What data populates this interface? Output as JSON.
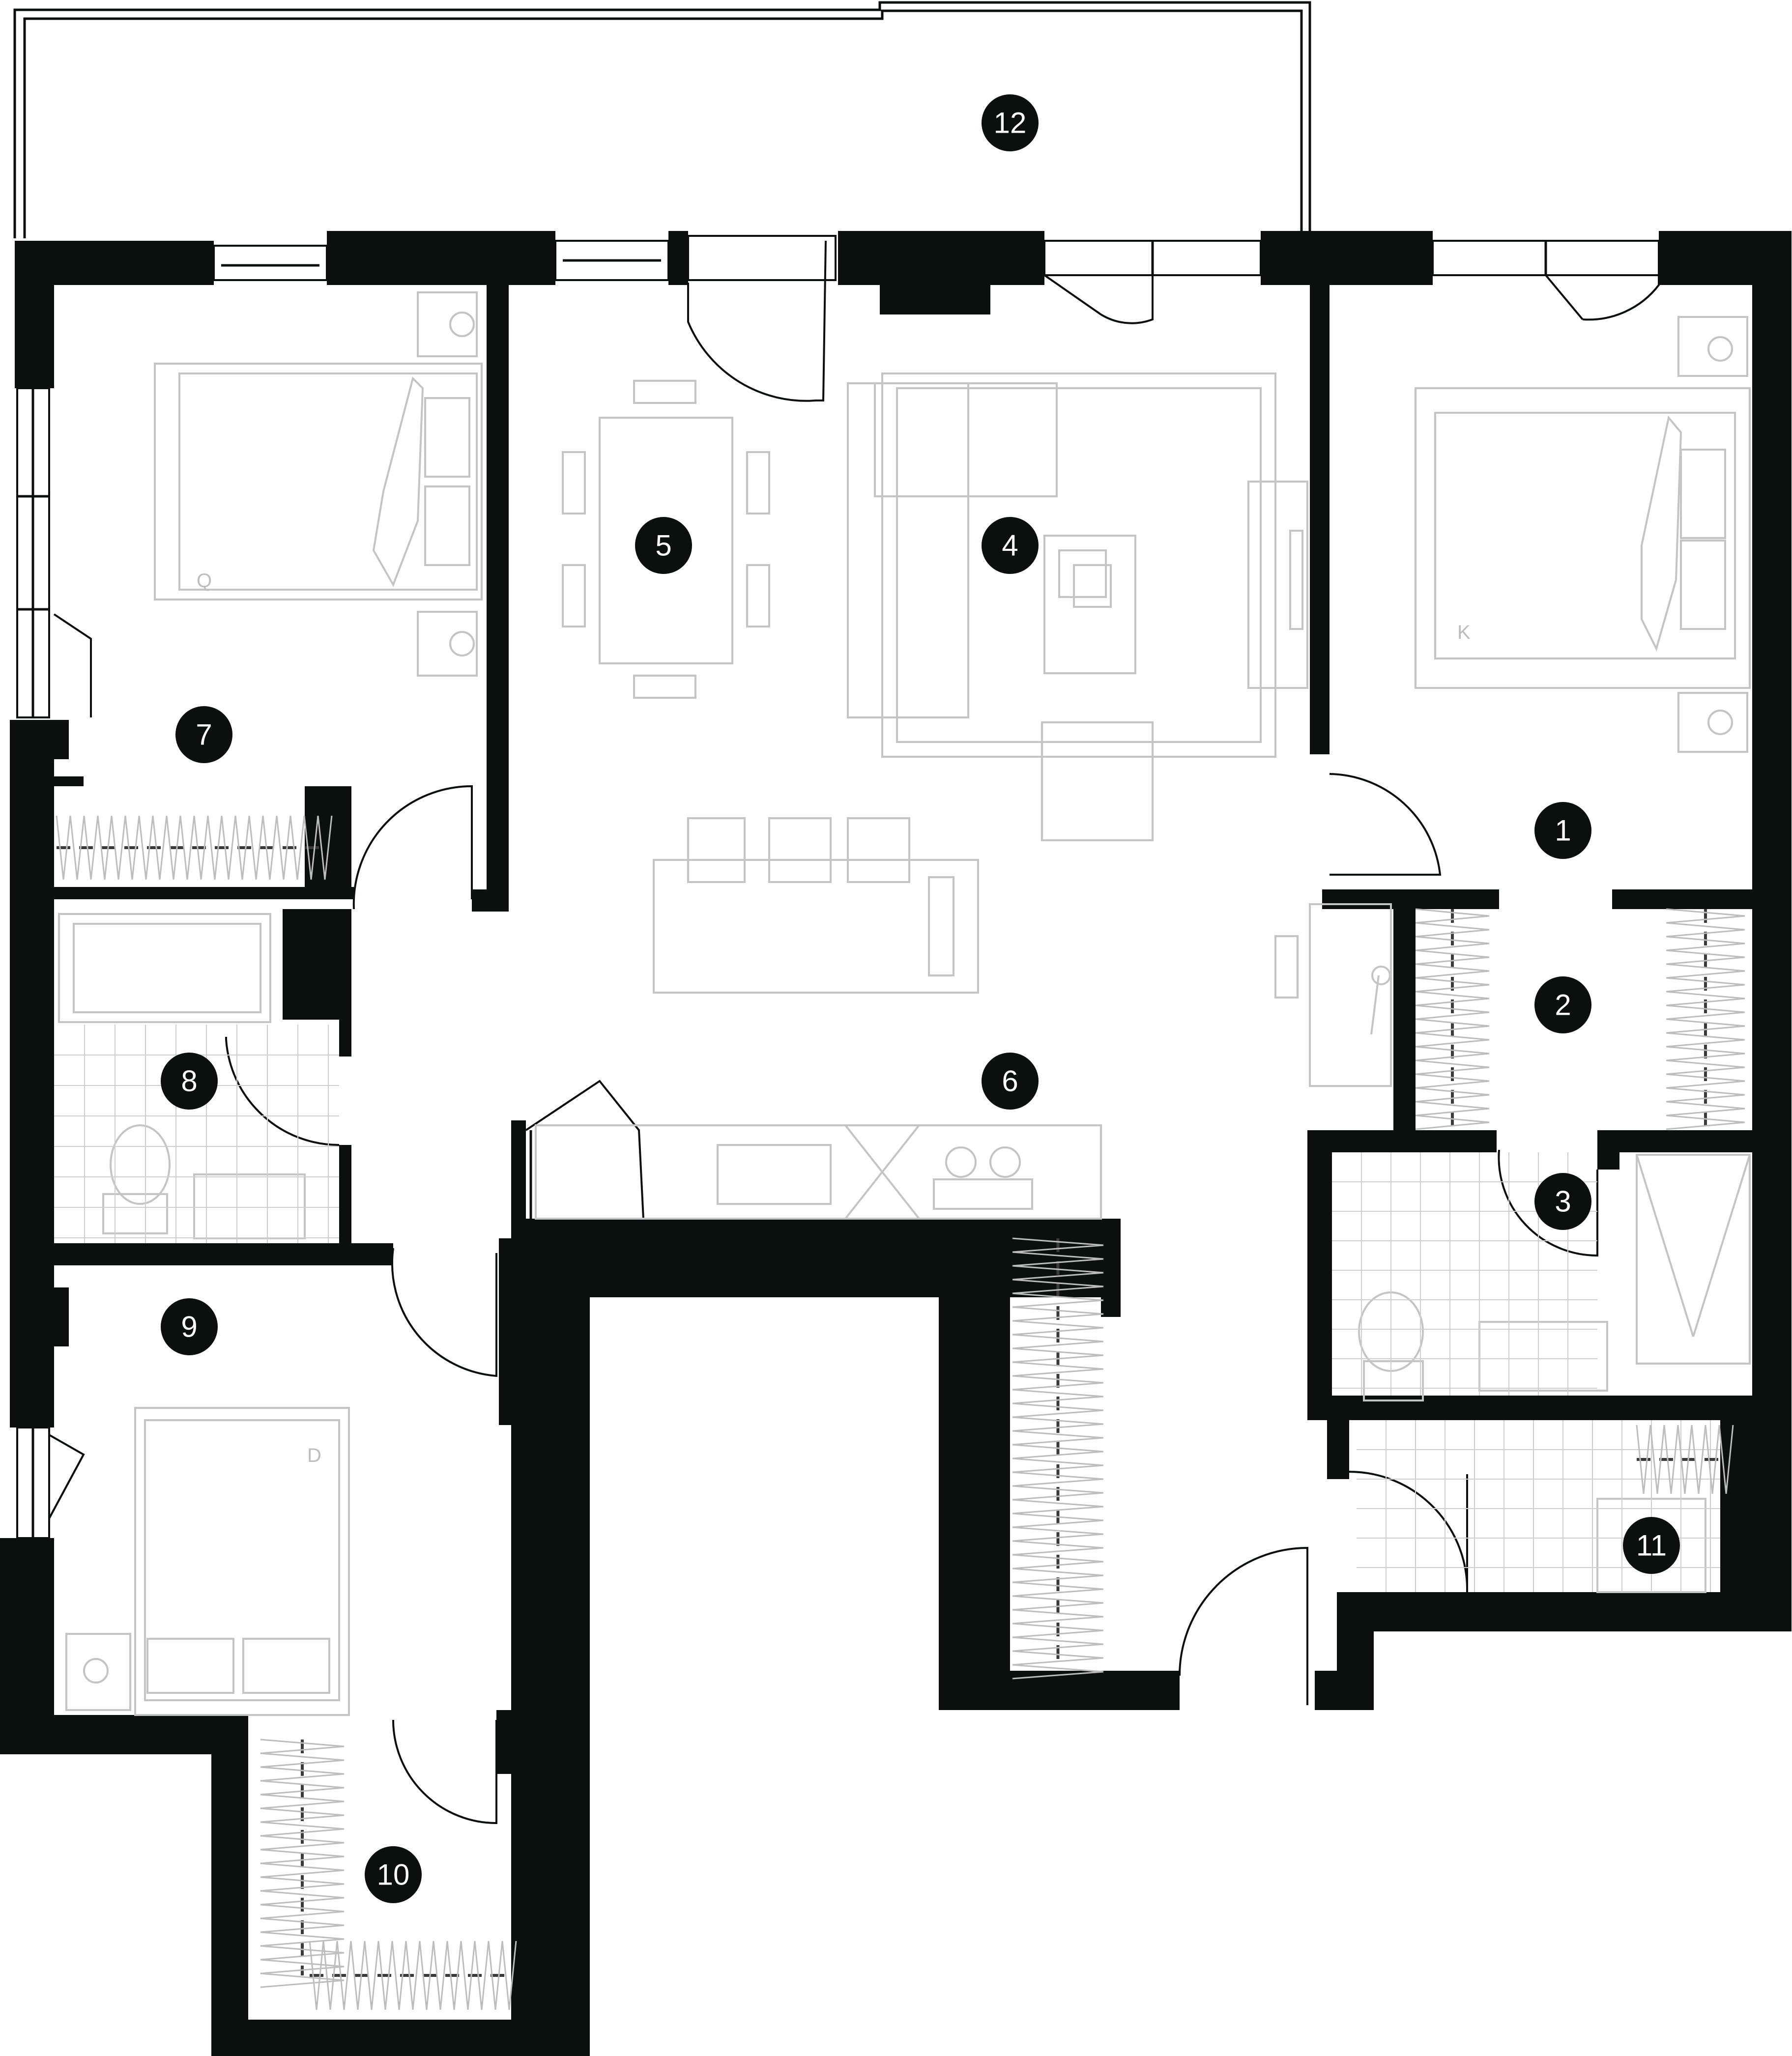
{
  "plan": {
    "room_numbers": [
      "1",
      "2",
      "3",
      "4",
      "5",
      "6",
      "7",
      "8",
      "9",
      "10",
      "11",
      "12"
    ],
    "bed_labels": [
      "Q",
      "K",
      "D"
    ],
    "colors": {
      "wall": "#0b0f10",
      "furniture": "#c4c4c4",
      "badge": "#0b0f10",
      "badge_text": "#ffffff"
    }
  }
}
